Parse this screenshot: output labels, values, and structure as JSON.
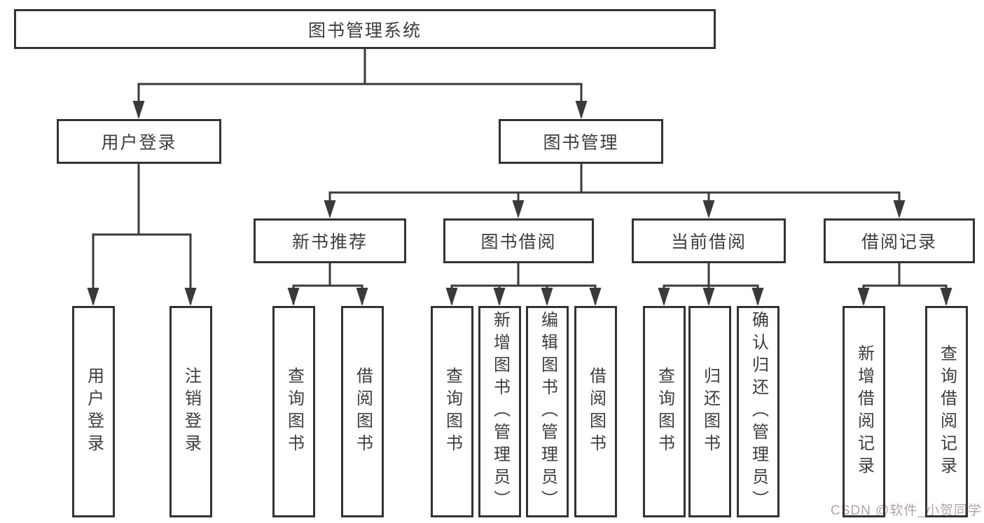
{
  "tree": {
    "label": "图书管理系统",
    "children": [
      {
        "label": "用户登录",
        "children": [
          {
            "label": "用户登录"
          },
          {
            "label": "注销登录"
          }
        ]
      },
      {
        "label": "图书管理",
        "children": [
          {
            "label": "新书推荐",
            "children": [
              {
                "label": "查询图书"
              },
              {
                "label": "借阅图书"
              }
            ]
          },
          {
            "label": "图书借阅",
            "children": [
              {
                "label": "查询图书"
              },
              {
                "label": "新增图书（管理员）"
              },
              {
                "label": "编辑图书（管理员）"
              },
              {
                "label": "借阅图书"
              }
            ]
          },
          {
            "label": "当前借阅",
            "children": [
              {
                "label": "查询图书"
              },
              {
                "label": "归还图书"
              },
              {
                "label": "确认归还（管理员）"
              }
            ]
          },
          {
            "label": "借阅记录",
            "children": [
              {
                "label": "新增借阅记录"
              },
              {
                "label": "查询借阅记录"
              }
            ]
          }
        ]
      }
    ]
  },
  "watermark": {
    "text": "CSDN @软件_小贺同学"
  },
  "colors": {
    "line": "#3a3a3a",
    "box_border": "#333333",
    "text": "#3d3d3d",
    "background": "#ffffff",
    "watermark_text": "#b2a4a4"
  }
}
